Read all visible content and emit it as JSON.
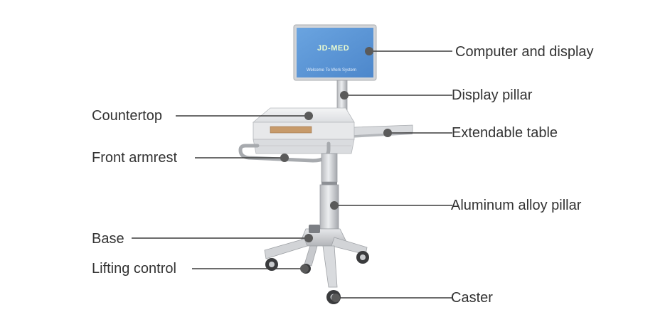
{
  "screen": {
    "logo_text": "JD-MED",
    "welcome_text": "Welcome To Work System",
    "screen_color": "#5b97d8",
    "logo_color": "#a6e04a"
  },
  "callouts": {
    "computer_display": "Computer and display",
    "display_pillar": "Display pillar",
    "countertop": "Countertop",
    "extendable_table": "Extendable table",
    "front_armrest": "Front armrest",
    "aluminum_pillar": "Aluminum alloy pillar",
    "base": "Base",
    "lifting_control": "Lifting control",
    "caster": "Caster"
  },
  "colors": {
    "leader_line": "#3c3c3c",
    "dot": "#5a5a5a",
    "body_light": "#e9eaec",
    "body_mid": "#c9cbcf",
    "body_dark": "#8d9095"
  }
}
